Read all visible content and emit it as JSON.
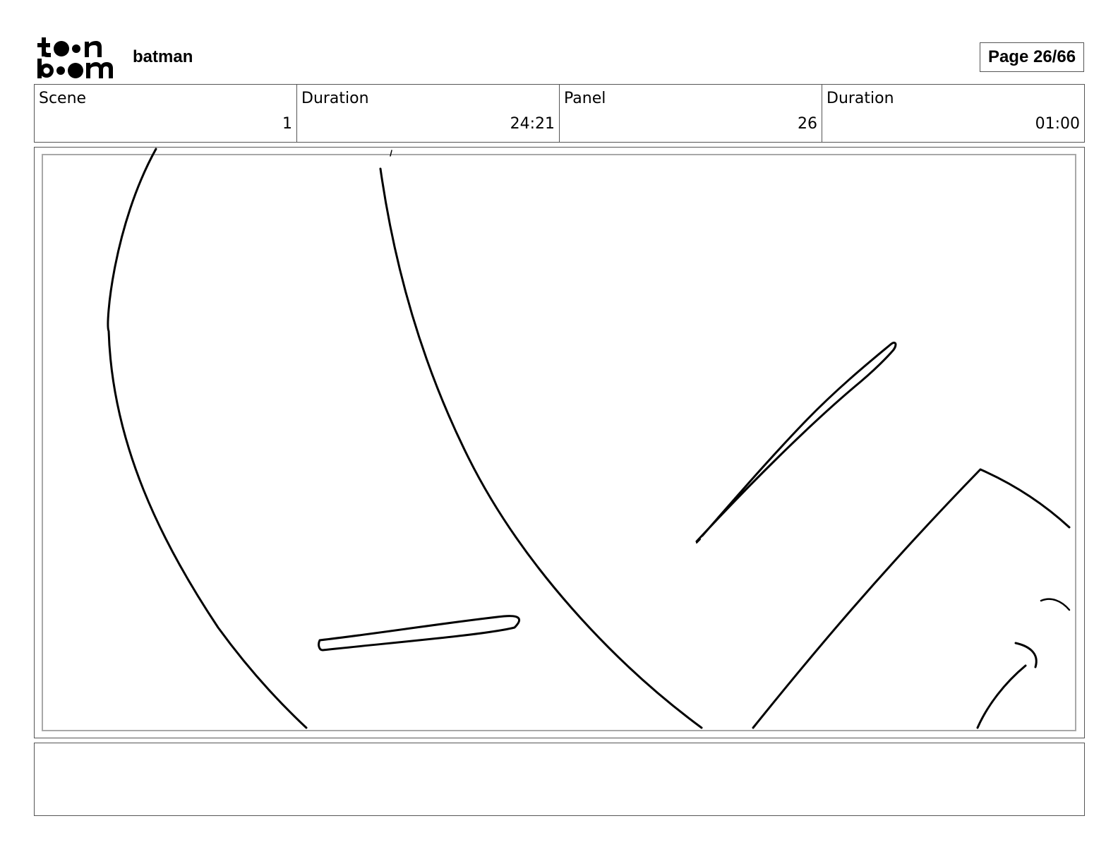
{
  "header": {
    "logo_name": "toon-boom-logo",
    "project_title": "batman",
    "page_label": "Page 26/66"
  },
  "info": {
    "scene_label": "Scene",
    "scene_value": "1",
    "scene_duration_label": "Duration",
    "scene_duration_value": "24:21",
    "panel_label": "Panel",
    "panel_value": "26",
    "panel_duration_label": "Duration",
    "panel_duration_value": "01:00"
  },
  "notes": {
    "text": ""
  }
}
